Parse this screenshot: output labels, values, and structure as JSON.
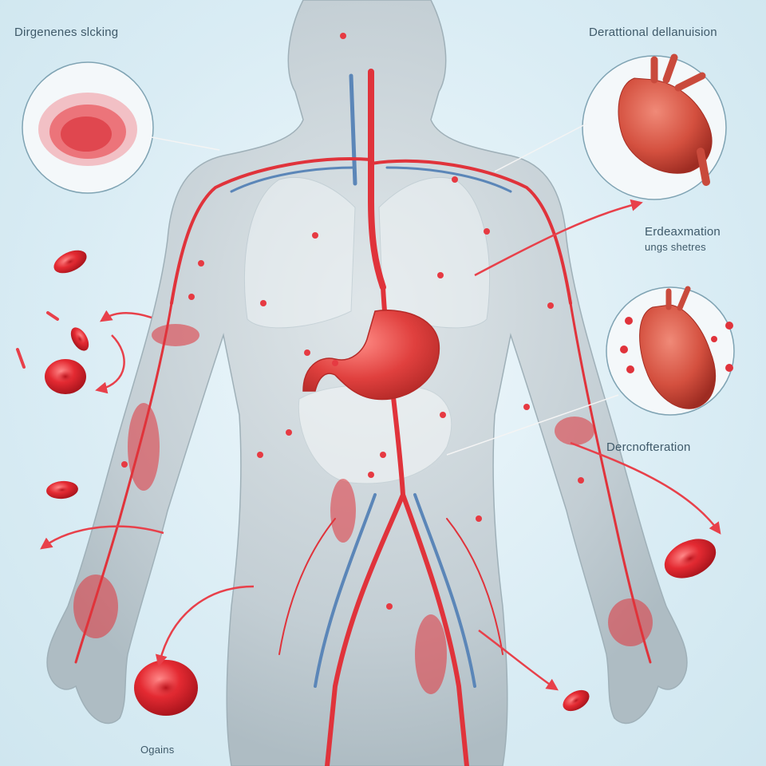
{
  "labels": {
    "top_left": "Dirgenenes slcking",
    "top_right": "Derattional dellanuision",
    "right_middle_line1": "Erdeaxmation",
    "right_middle_line2": "ungs shetres",
    "right_lower": "Dercnofteration",
    "bottom_left": "Ogains"
  },
  "colors": {
    "blood_red": "#e0333b",
    "vein_blue": "#5b86b8",
    "skin": "#c4d0d6",
    "heart": "#d9574a",
    "arrow": "#e8404a"
  }
}
